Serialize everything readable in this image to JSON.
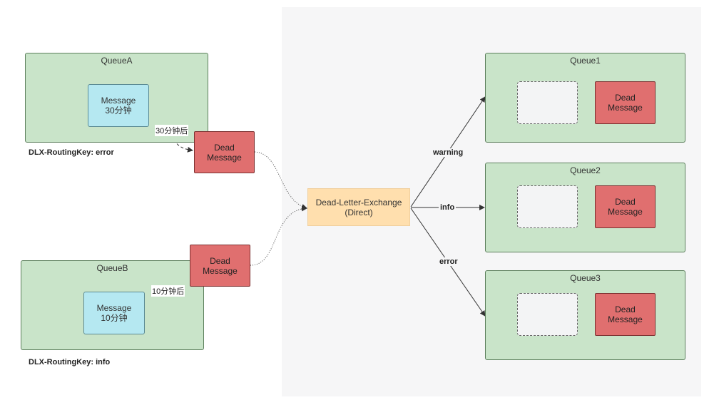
{
  "queue_a": {
    "title": "QueueA",
    "message": "Message\n30分钟",
    "delay_label": "30分钟后",
    "routing_key": "DLX-RoutingKey: error"
  },
  "queue_b": {
    "title": "QueueB",
    "message": "Message\n10分钟",
    "delay_label": "10分钟后",
    "routing_key": "DLX-RoutingKey: info"
  },
  "dead_message": "Dead\nMessage",
  "exchange": {
    "label": "Dead-Letter-Exchange\n(Direct)"
  },
  "routes": {
    "warning": "warning",
    "info": "info",
    "error": "error"
  },
  "queue_1": {
    "title": "Queue1",
    "dead": "Dead\nMessage"
  },
  "queue_2": {
    "title": "Queue2",
    "dead": "Dead\nMessage"
  },
  "queue_3": {
    "title": "Queue3",
    "dead": "Dead\nMessage"
  }
}
